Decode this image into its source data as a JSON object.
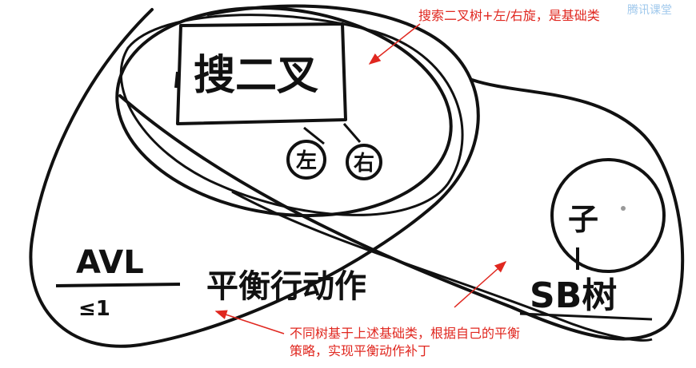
{
  "annotations": {
    "top": "搜索二叉树+左/右旋，是基础类",
    "bottom_line1": "不同树基于上述基础类，根据自己的平衡",
    "bottom_line2": "策略，实现平衡动作补丁"
  },
  "handwriting": {
    "box": "搜二叉",
    "left_rotate": "左",
    "right_rotate": "右",
    "avl": "AVL",
    "avl_sub": "≤1",
    "balance": "平衡行动作",
    "sb_circle": "子",
    "sb_tree": "SB树"
  },
  "watermark": "腾讯课堂",
  "colors": {
    "ink": "#111111",
    "annotation": "#e0271f"
  }
}
